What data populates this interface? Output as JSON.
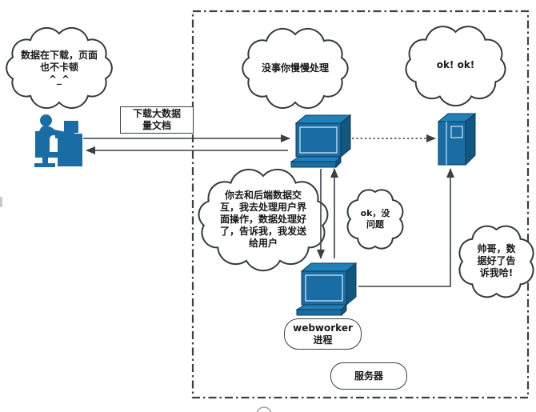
{
  "clouds": {
    "user_thought": "数据在下载，页面\n也不卡顿\n^_^",
    "main_thread_reply": "没事你慢慢处理",
    "server_ok": "ok! ok!",
    "main_thread_delegation": "你去和后端数据交\n互，我去处理用户界\n面操作，数据处理好\n了，告诉我，我发送\n给用户",
    "worker_ok": "ok，没\n问题",
    "worker_request_to_server": "帅哥，数\n据好了告\n诉我哈!"
  },
  "labels": {
    "download_request": "下载大数据\n量文档",
    "webworker_process": "webworker\n进程",
    "server": "服务器"
  },
  "icons": {
    "user": "person-at-desk-icon",
    "main_thread": "desktop-computer-icon",
    "webworker": "desktop-computer-icon",
    "server": "server-tower-icon"
  },
  "colors": {
    "icon_fill": "#1a6da4",
    "icon_fill_light": "#2180b8",
    "icon_fill_dark": "#11577f",
    "outline": "#3a4046",
    "text": "#1a1a1a"
  }
}
